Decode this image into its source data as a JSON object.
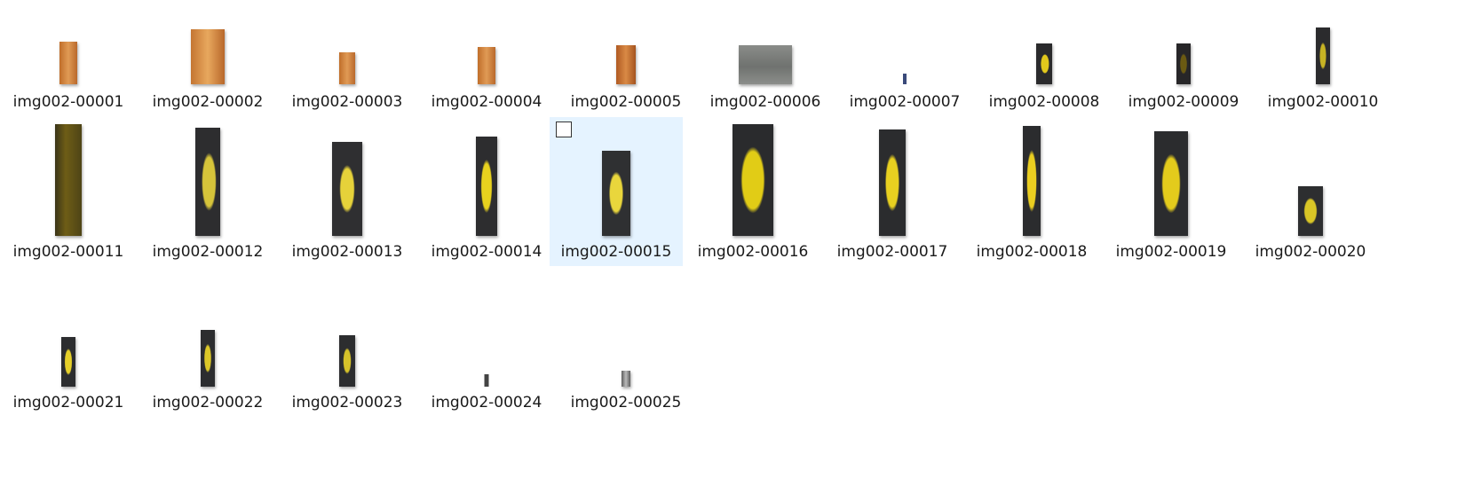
{
  "files": [
    {
      "name": "img002-00001",
      "style": "brown"
    },
    {
      "name": "img002-00002",
      "style": "brown"
    },
    {
      "name": "img002-00003",
      "style": "brown"
    },
    {
      "name": "img002-00004",
      "style": "brown"
    },
    {
      "name": "img002-00005",
      "style": "brown"
    },
    {
      "name": "img002-00006",
      "style": "gray"
    },
    {
      "name": "img002-00007",
      "style": "tiny"
    },
    {
      "name": "img002-00008",
      "style": "yellow"
    },
    {
      "name": "img002-00009",
      "style": "darkyellow"
    },
    {
      "name": "img002-00010",
      "style": "yellow"
    },
    {
      "name": "img002-00011",
      "style": "darkyellow"
    },
    {
      "name": "img002-00012",
      "style": "yellow"
    },
    {
      "name": "img002-00013",
      "style": "yellow"
    },
    {
      "name": "img002-00014",
      "style": "yellow"
    },
    {
      "name": "img002-00015",
      "style": "yellow",
      "selected": true
    },
    {
      "name": "img002-00016",
      "style": "yellow"
    },
    {
      "name": "img002-00017",
      "style": "yellow"
    },
    {
      "name": "img002-00018",
      "style": "yellow"
    },
    {
      "name": "img002-00019",
      "style": "yellow"
    },
    {
      "name": "img002-00020",
      "style": "yellow"
    },
    {
      "name": "img002-00021",
      "style": "yellow"
    },
    {
      "name": "img002-00022",
      "style": "yellow"
    },
    {
      "name": "img002-00023",
      "style": "yellow"
    },
    {
      "name": "img002-00024",
      "style": "tiny"
    },
    {
      "name": "img002-00025",
      "style": "gray"
    }
  ],
  "colors": {
    "selection": "#e5f3ff",
    "label": "#1a1a1a",
    "brown": "#c77a34",
    "gray": "#7a7d78",
    "yellow": "#d8c21a",
    "dark": "#2c2c2e"
  }
}
